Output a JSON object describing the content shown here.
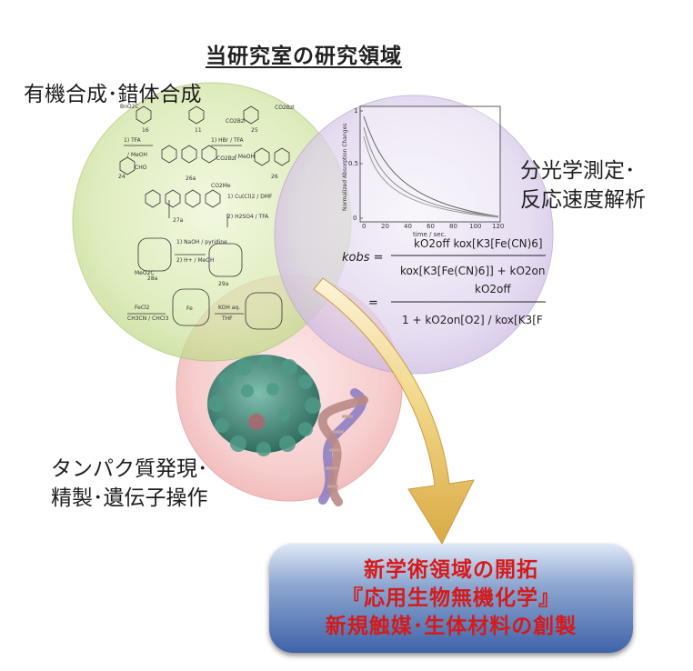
{
  "title": "当研究室の研究領域",
  "circles": {
    "synthesis": {
      "label": "有機合成･錯体合成",
      "scheme_text": [
        "BnO2C",
        "CO2Bzl",
        "CO2Bzl",
        "16",
        "11",
        "25",
        "1) TFA",
        "/ MeOH",
        "CO2Bzl",
        "1) HBr / TFA",
        "/ MeOH",
        "CHO",
        "24",
        "26a",
        "26",
        "CO2Me",
        "1) Cu(Cl)2 / DMF",
        "2) H2SO4 / TFA",
        "27a",
        "1) NaOH / pyridine",
        "2) H+ / MeOH",
        "28a",
        "29a",
        "MeO2C",
        "FeCl2",
        "CH3CN / CHCl3",
        "KOH aq.",
        "THF",
        "Fe"
      ]
    },
    "spectroscopy": {
      "label_line1": "分光学測定･",
      "label_line2": "反応速度解析",
      "plot": {
        "ylabel": "Normalized Absorption Changes",
        "xlabel": "time / sec.",
        "x_ticks": [
          "0",
          "20",
          "40",
          "60",
          "80",
          "100",
          "120"
        ],
        "y_ticks": [
          "0",
          "0.5",
          "1"
        ]
      },
      "equation": {
        "lhs": "kobs =",
        "num1": "kO2off kox[K3[Fe(CN)6]",
        "den1": "kox[K3[Fe(CN)6]] + kO2on",
        "num2": "kO2off",
        "den2": "1 + kO2on[O2] / kox[K3[F"
      }
    },
    "protein": {
      "label_line1": "タンパク質発現･",
      "label_line2": "精製･遺伝子操作"
    }
  },
  "result": {
    "line1": "新学術領域の開拓",
    "line2": "『応用生物無機化学』",
    "line3": "新規触媒･生体材料の創製"
  },
  "colors": {
    "green_circle": "#cfe3a1",
    "purple_circle": "#d8c9e8",
    "red_circle": "#f3b9b9",
    "arrow": "#e8c25a",
    "result_text": "#d41b1b",
    "result_box": "#3f63a9"
  }
}
